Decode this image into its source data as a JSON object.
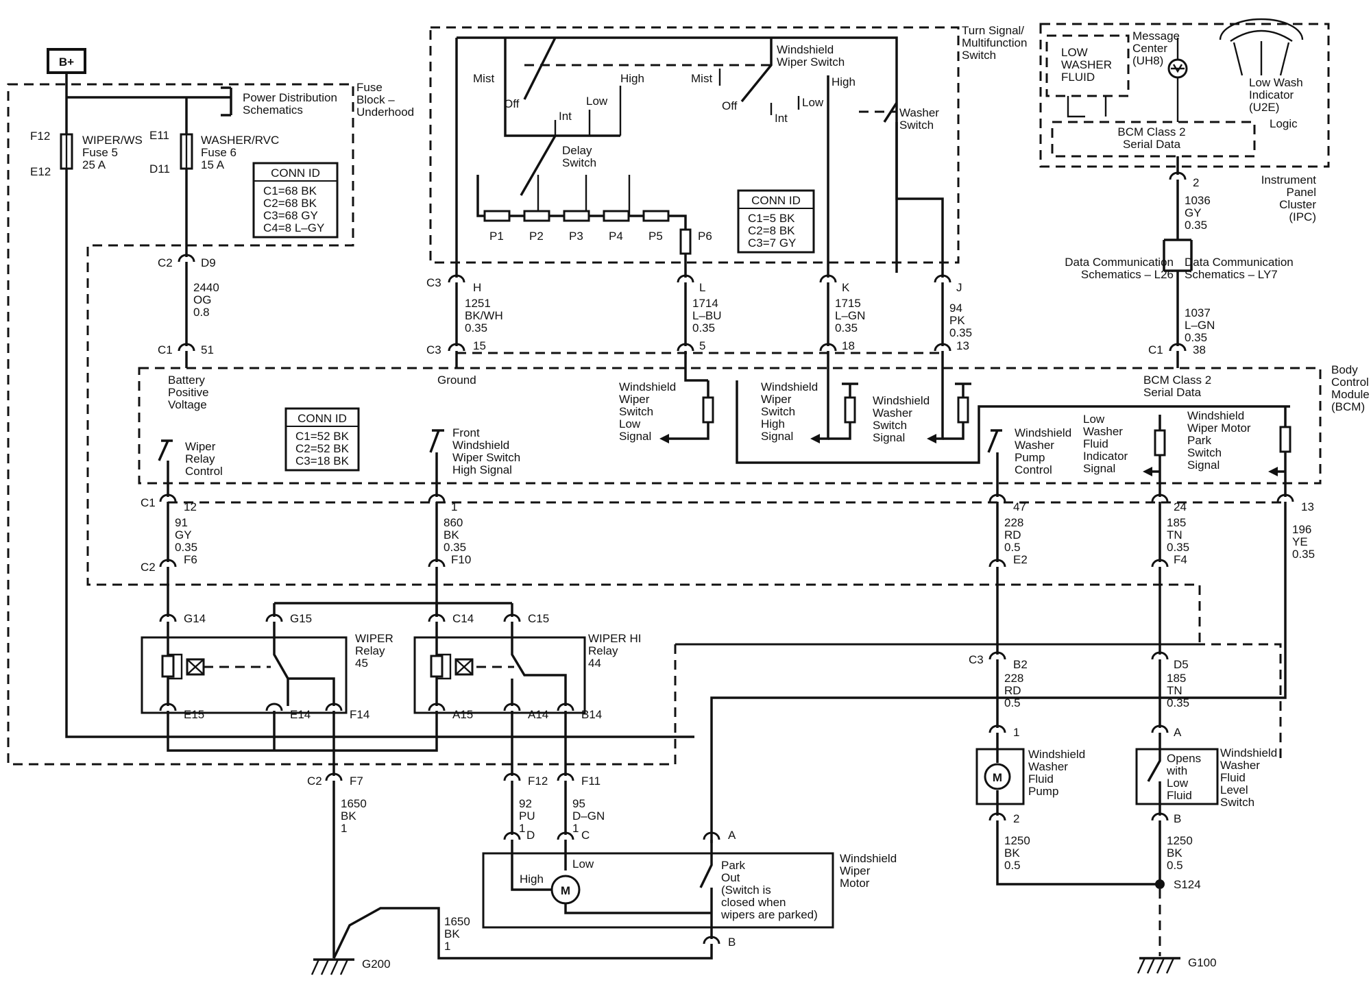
{
  "labels": {
    "bplus": "B+",
    "pds": [
      "Power Distribution",
      "Schematics"
    ],
    "fuse_block": [
      "Fuse",
      "Block –",
      "Underhood"
    ],
    "fuse5": [
      "WIPER/WS",
      "Fuse 5",
      "25 A"
    ],
    "fuse6": [
      "WASHER/RVC",
      "Fuse 6",
      "15 A"
    ],
    "turn_signal": [
      "Turn Signal/",
      "Multifunction",
      "Switch"
    ],
    "msg_center": [
      "Message",
      "Center",
      "(UH8)"
    ],
    "low_washer": [
      "LOW",
      "WASHER",
      "FLUID"
    ],
    "low_wash_ind": [
      "Low Wash",
      "Indicator",
      "(U2E)"
    ],
    "logic": "Logic",
    "bcm_class2": [
      "BCM Class 2",
      "Serial Data"
    ],
    "ipc": [
      "Instrument",
      "Panel",
      "Cluster",
      "(IPC)"
    ],
    "mist1": "Mist",
    "off1": "Off",
    "int1": "Int",
    "low1": "Low",
    "high1": "High",
    "ws_wiper_switch": [
      "Windshield",
      "Wiper Switch"
    ],
    "mist2": "Mist",
    "off2": "Off",
    "int2": "Int",
    "low2": "Low",
    "high2": "High",
    "washer_switch": [
      "Washer",
      "Switch"
    ],
    "delay_switch": [
      "Delay",
      "Switch"
    ],
    "p_labels": [
      "P1",
      "P2",
      "P3",
      "P4",
      "P5",
      "P6"
    ],
    "dcs_l26": [
      "Data Communication",
      "Schematics – L26"
    ],
    "dcs_ly7": [
      "Data Communication",
      "Schematics – LY7"
    ],
    "battery_pos": [
      "Battery",
      "Positive",
      "Voltage"
    ],
    "ground": "Ground",
    "bcm_serial": [
      "BCM Class 2",
      "Serial Data"
    ],
    "bcm": [
      "Body",
      "Control",
      "Module",
      "(BCM)"
    ],
    "ws_low_sig": [
      "Windshield",
      "Wiper",
      "Switch",
      "Low",
      "Signal"
    ],
    "ws_high_sig": [
      "Windshield",
      "Wiper",
      "Switch",
      "High",
      "Signal"
    ],
    "ws_washer_sig": [
      "Windshield",
      "Washer",
      "Switch",
      "Signal"
    ],
    "wiper_relay_ctl": [
      "Wiper",
      "Relay",
      "Control"
    ],
    "front_ws_high": [
      "Front",
      "Windshield",
      "Wiper Switch",
      "High Signal"
    ],
    "ws_pump_ctl": [
      "Windshield",
      "Washer",
      "Pump",
      "Control"
    ],
    "low_fluid_ind": [
      "Low",
      "Washer",
      "Fluid",
      "Indicator",
      "Signal"
    ],
    "park_sig": [
      "Windshield",
      "Wiper Motor",
      "Park",
      "Switch",
      "Signal"
    ],
    "wiper_relay": [
      "WIPER",
      "Relay",
      "45"
    ],
    "wiper_hi_relay": [
      "WIPER HI",
      "Relay",
      "44"
    ],
    "pump": [
      "Windshield",
      "Washer",
      "Fluid",
      "Pump"
    ],
    "level_switch": [
      "Windshield",
      "Washer",
      "Fluid",
      "Level",
      "Switch"
    ],
    "opens_low": [
      "Opens",
      "with",
      "Low",
      "Fluid"
    ],
    "motor": [
      "Windshield",
      "Wiper",
      "Motor"
    ],
    "motor_high": "High",
    "motor_low": "Low",
    "park_out": [
      "Park",
      "Out",
      "(Switch is",
      "closed when",
      "wipers are parked)"
    ],
    "g200": "G200",
    "g100": "G100",
    "s124": "S124",
    "m": "M"
  },
  "conn_ids": [
    {
      "title": "CONN ID",
      "lines": [
        "C1=68 BK",
        "C2=68 BK",
        "C3=68 GY",
        "C4=8 L–GY"
      ]
    },
    {
      "title": "CONN ID",
      "lines": [
        "C1=5 BK",
        "C2=8 BK",
        "C3=7 GY"
      ]
    },
    {
      "title": "CONN ID",
      "lines": [
        "C1=52 BK",
        "C2=52 BK",
        "C3=18 BK"
      ]
    }
  ],
  "pins": {
    "F12": "F12",
    "E12": "E12",
    "E11": "E11",
    "D11": "D11",
    "C2a": "C2",
    "D9": "D9",
    "C1a": "C1",
    "p51": "51",
    "C3a": "C3",
    "H": "H",
    "L": "L",
    "K": "K",
    "J": "J",
    "C3b": "C3",
    "p15": "15",
    "p5": "5",
    "p18": "18",
    "p13a": "13",
    "p2": "2",
    "C1b": "C1",
    "p38": "38",
    "C1c": "C1",
    "p12": "12",
    "p1": "1",
    "p47": "47",
    "p24": "24",
    "p13b": "13",
    "C2b": "C2",
    "F6": "F6",
    "F10": "F10",
    "E2": "E2",
    "F4": "F4",
    "G14": "G14",
    "G15": "G15",
    "C14": "C14",
    "C15": "C15",
    "C3c": "C3",
    "B2": "B2",
    "D5": "D5",
    "E15": "E15",
    "E14": "E14",
    "F14": "F14",
    "A15": "A15",
    "A14": "A14",
    "B14": "B14",
    "C2c": "C2",
    "F7": "F7",
    "F12b": "F12",
    "F11": "F11",
    "pump1": "1",
    "pump2": "2",
    "swA": "A",
    "swB": "B",
    "mD": "D",
    "mC": "C",
    "mA": "A",
    "mB": "B"
  },
  "wires": {
    "w2440": [
      "2440",
      "OG",
      "0.8"
    ],
    "w1251": [
      "1251",
      "BK/WH",
      "0.35"
    ],
    "w1714": [
      "1714",
      "L–BU",
      "0.35"
    ],
    "w1715": [
      "1715",
      "L–GN",
      "0.35"
    ],
    "w94": [
      "94",
      "PK",
      "0.35"
    ],
    "w1036": [
      "1036",
      "GY",
      "0.35"
    ],
    "w1037": [
      "1037",
      "L–GN",
      "0.35"
    ],
    "w91": [
      "91",
      "GY",
      "0.35"
    ],
    "w860": [
      "860",
      "BK",
      "0.35"
    ],
    "w228a": [
      "228",
      "RD",
      "0.5"
    ],
    "w185a": [
      "185",
      "TN",
      "0.35"
    ],
    "w196": [
      "196",
      "YE",
      "0.35"
    ],
    "w228b": [
      "228",
      "RD",
      "0.5"
    ],
    "w185b": [
      "185",
      "TN",
      "0.35"
    ],
    "w1650a": [
      "1650",
      "BK",
      "1"
    ],
    "w92": [
      "92",
      "PU",
      "1"
    ],
    "w95": [
      "95",
      "D–GN",
      "1"
    ],
    "w1650b": [
      "1650",
      "BK",
      "1"
    ],
    "w1250a": [
      "1250",
      "BK",
      "0.5"
    ],
    "w1250b": [
      "1250",
      "BK",
      "0.5"
    ]
  }
}
